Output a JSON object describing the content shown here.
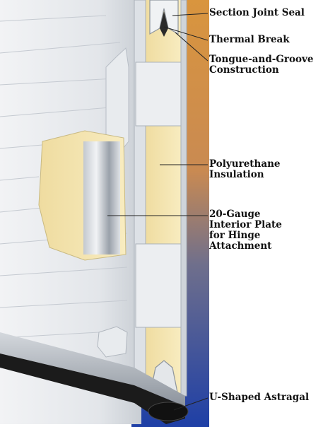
{
  "labels": {
    "section_joint_seal": "Section Joint Seal",
    "thermal_break": "Thermal Break",
    "tongue_and_groove": "Tongue-and-Groove\nConstruction",
    "polyurethane_insulation": "Polyurethane\nInsulation",
    "interior_plate": "20-Gauge\nInterior Plate\nfor Hinge\nAttachment",
    "u_shaped_astragal": "U-Shaped Astragal"
  },
  "colors": {
    "background_top": "#d9953e",
    "background_mid": "#6f6f8c",
    "background_bottom": "#1e3fa6",
    "steel_skin": "#e6e9ec",
    "insulation": "#f5e7b2",
    "bottom_rubber": "#1b1b1b"
  }
}
